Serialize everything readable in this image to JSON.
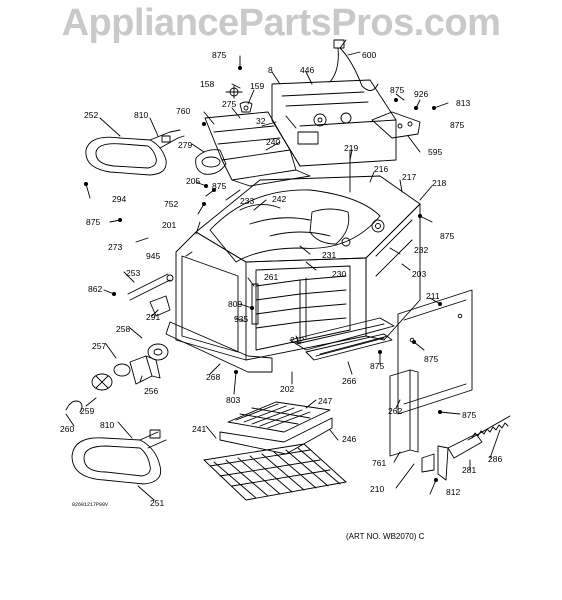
{
  "watermark": "AppliancePartsPros.com",
  "art_number": "(ART NO. WB2070) C",
  "drawing_code": "02601217P00V",
  "part_labels": [
    "875",
    "600",
    "8",
    "446",
    "158",
    "159",
    "875",
    "926",
    "813",
    "252",
    "810",
    "760",
    "275",
    "32",
    "875",
    "279",
    "240",
    "595",
    "219",
    "216",
    "217",
    "218",
    "205",
    "875",
    "233",
    "242",
    "294",
    "752",
    "875",
    "201",
    "232",
    "875",
    "273",
    "945",
    "231",
    "203",
    "230",
    "261",
    "211",
    "253",
    "862",
    "809",
    "291",
    "935",
    "875",
    "258",
    "212",
    "266",
    "257",
    "875",
    "268",
    "202",
    "256",
    "803",
    "247",
    "262",
    "875",
    "259",
    "260",
    "810",
    "241",
    "246",
    "761",
    "286",
    "281",
    "210",
    "812",
    "251"
  ]
}
